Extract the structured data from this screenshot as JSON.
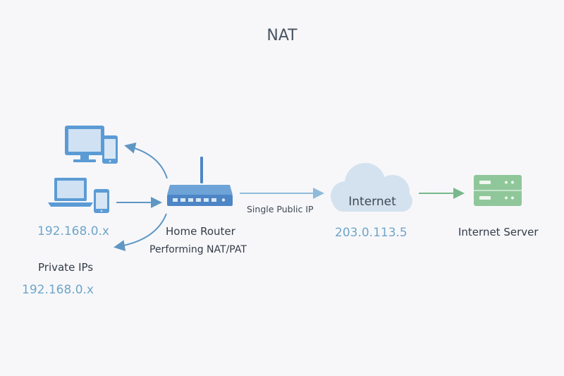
{
  "diagram": {
    "title": "NAT",
    "private_ip_devices": "192.168.0.x",
    "private_ips_label": "Private IPs",
    "private_ips_value": "192.168.0.x",
    "router_label": "Home Router",
    "router_sublabel": "Performing NAT/PAT",
    "link_label": "Single Public IP",
    "cloud_label": "Internet",
    "public_ip": "203.0.113.5",
    "server_label": "Internet Server"
  },
  "colors": {
    "device_blue": "#5b9bd5",
    "router_blue": "#4d86c6",
    "cloud": "#d3e2ee",
    "server_green": "#8fc79a",
    "arrow_blue": "#5f97c4",
    "arrow_green": "#78b88c"
  },
  "icons": [
    "desktop-icon",
    "phone-icon",
    "laptop-icon",
    "router-icon",
    "cloud-icon",
    "server-icon"
  ]
}
